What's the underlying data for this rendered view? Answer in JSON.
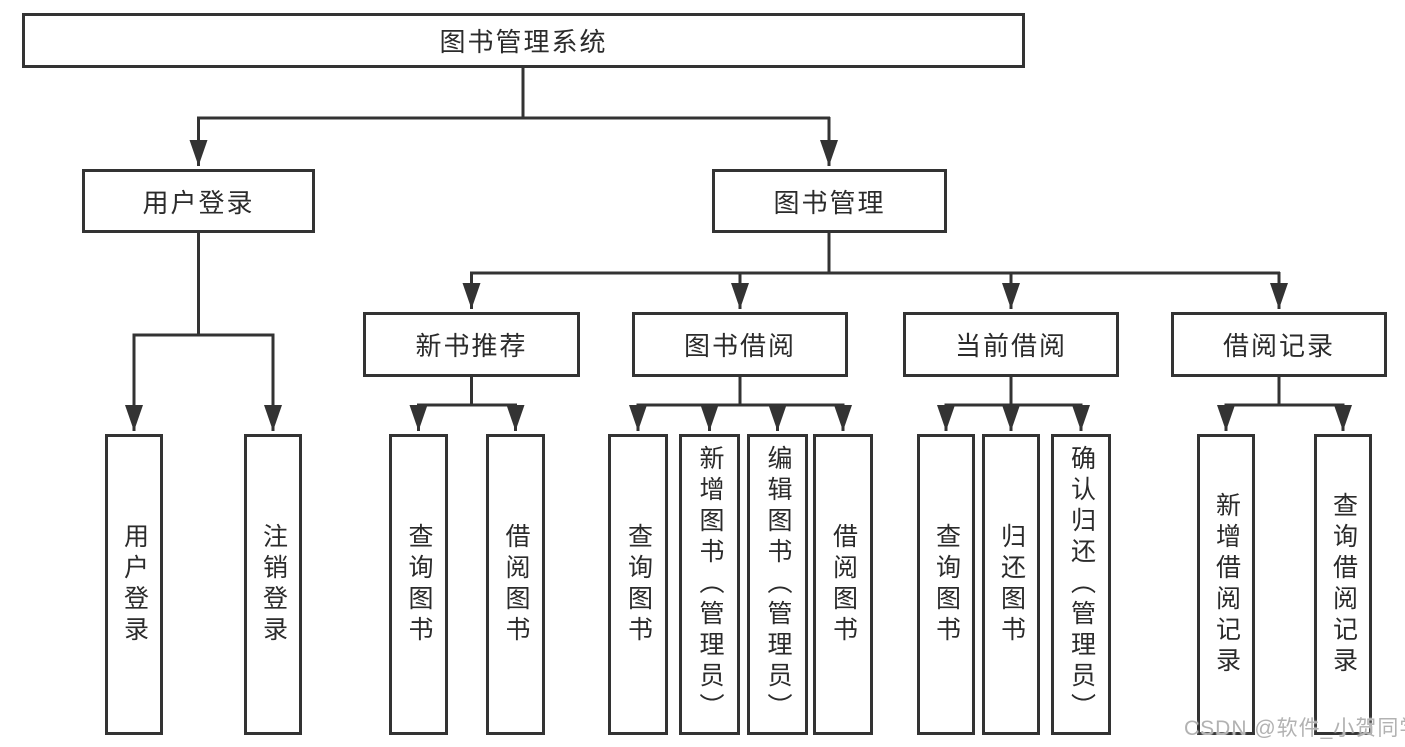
{
  "diagram": {
    "title_node": "图书管理系统",
    "colors": {
      "line": "#333333",
      "box_border": "#333333",
      "text": "#2b2b2b",
      "background": "#ffffff",
      "watermark": "#b2b2b2"
    },
    "nodes": {
      "root": {
        "label": "图书管理系统"
      },
      "user_login": {
        "label": "用户登录"
      },
      "book_mgmt": {
        "label": "图书管理"
      },
      "new_book_rec": {
        "label": "新书推荐"
      },
      "book_borrow": {
        "label": "图书借阅"
      },
      "current_borrow": {
        "label": "当前借阅"
      },
      "borrow_records": {
        "label": "借阅记录"
      },
      "leaf_user_login": {
        "label": "用户登录"
      },
      "leaf_logout": {
        "label": "注销登录"
      },
      "leaf_nb_query": {
        "label": "查询图书"
      },
      "leaf_nb_borrow": {
        "label": "借阅图书"
      },
      "leaf_bb_query": {
        "label": "查询图书"
      },
      "leaf_bb_add": {
        "label": "新增图书（管理员）"
      },
      "leaf_bb_edit": {
        "label": "编辑图书（管理员）"
      },
      "leaf_bb_borrow": {
        "label": "借阅图书"
      },
      "leaf_cb_query": {
        "label": "查询图书"
      },
      "leaf_cb_return": {
        "label": "归还图书"
      },
      "leaf_cb_confirm": {
        "label": "确认归还（管理员）"
      },
      "leaf_br_add": {
        "label": "新增借阅记录"
      },
      "leaf_br_query": {
        "label": "查询借阅记录"
      }
    },
    "hierarchy": {
      "图书管理系统": {
        "用户登录": [
          "用户登录",
          "注销登录"
        ],
        "图书管理": {
          "新书推荐": [
            "查询图书",
            "借阅图书"
          ],
          "图书借阅": [
            "查询图书",
            "新增图书（管理员）",
            "编辑图书（管理员）",
            "借阅图书"
          ],
          "当前借阅": [
            "查询图书",
            "归还图书",
            "确认归还（管理员）"
          ],
          "借阅记录": [
            "新增借阅记录",
            "查询借阅记录"
          ]
        }
      }
    },
    "watermark": {
      "text": "CSDN @软件_小贺同学"
    }
  }
}
